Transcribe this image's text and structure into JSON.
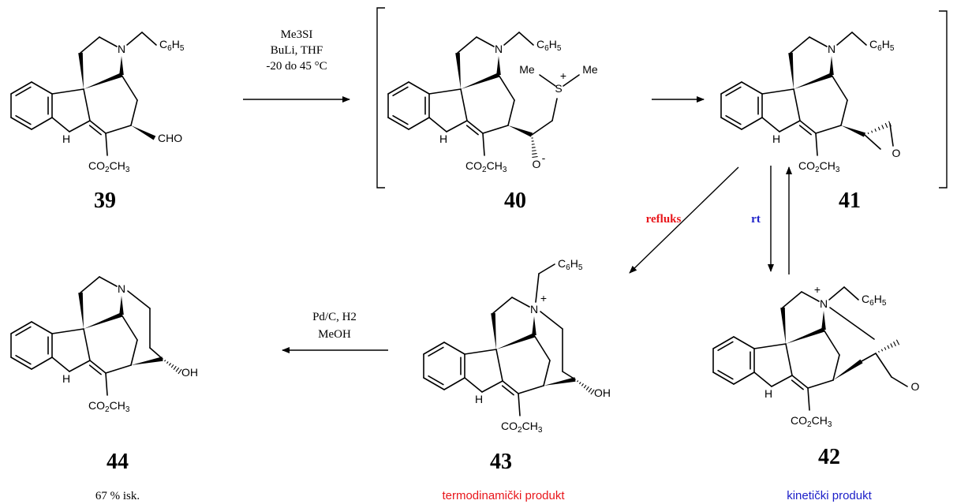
{
  "colors": {
    "thermo": "#e8161b",
    "kinetic": "#1d20c9",
    "refluks": "#e8161b",
    "rt": "#1d20c9"
  },
  "conditions": {
    "step1_reagent_a": "Me3SI",
    "step1_reagent_b": "BuLi, THF",
    "step1_temp": "-20 do 45 °C",
    "step_final_cat": "Pd/C, H2",
    "step_final_solvent": "MeOH",
    "refluks": "refluks",
    "rt": "rt"
  },
  "compounds": {
    "c39": {
      "number": "39"
    },
    "c40": {
      "number": "40"
    },
    "c41": {
      "number": "41"
    },
    "c42": {
      "number": "42",
      "caption": "kinetički produkt"
    },
    "c43": {
      "number": "43",
      "caption": "termodinamički  produkt"
    },
    "c44": {
      "number": "44",
      "caption": "67 % isk."
    }
  },
  "atoms": {
    "N": "N",
    "NH": "H",
    "C6H5": "C6H5",
    "CHO": "CHO",
    "ester": "CO2CH3",
    "Me": "Me",
    "S": "S",
    "plus": "+",
    "minus": "-",
    "O": "O",
    "OH": "OH"
  }
}
